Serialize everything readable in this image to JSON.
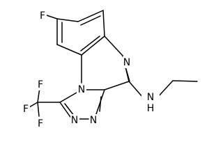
{
  "structure": {
    "atoms": {
      "F_ring": "F",
      "N_pyrazine": "N",
      "N_amine": "NH",
      "N_bridge": "N",
      "N_triazole_a": "N",
      "N_triazole_b": "N",
      "F_cf3_left": "F",
      "F_cf3_top": "F",
      "F_cf3_bottom": "F"
    }
  },
  "colors": {
    "bond": "#000000",
    "label": "#000000",
    "background": "#ffffff"
  }
}
